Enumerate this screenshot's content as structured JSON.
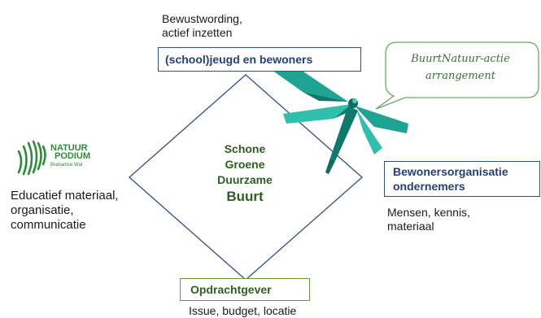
{
  "top_caption": {
    "line1": "Bewustwording,",
    "line2": "actief inzetten"
  },
  "nodes": {
    "top": "(school)jeugd en bewoners",
    "right_line1": "Bewonersorganisatie",
    "right_line2": "ondernemers",
    "bottom": "Opdrachtgever"
  },
  "right_caption": {
    "line1": "Mensen, kennis,",
    "line2": "materiaal"
  },
  "bottom_caption": "Issue, budget, locatie",
  "left_caption": {
    "line1": "Educatief materiaal,",
    "line2": "organisatie,",
    "line3": "communicatie"
  },
  "center": {
    "line1": "Schone",
    "line2": "Groene",
    "line3": "Duurzame",
    "line4": "Buurt"
  },
  "speech_bubble": {
    "line1": "BuurtNatuur-actie",
    "line2": "arrangement"
  },
  "logo": {
    "title_line1": "NATUUR",
    "title_line2": "PODIUM",
    "subtitle": "Brabantse Wal"
  },
  "colors": {
    "top_box_border": "#2f4f8f",
    "right_box_border": "#2f4f8f",
    "bottom_box_border": "#6a9a3a",
    "diamond": "#2f4f8f",
    "bubble_border": "#6aa86a",
    "dragonfly": "#1fa393",
    "logo_green": "#2e8b3a"
  }
}
